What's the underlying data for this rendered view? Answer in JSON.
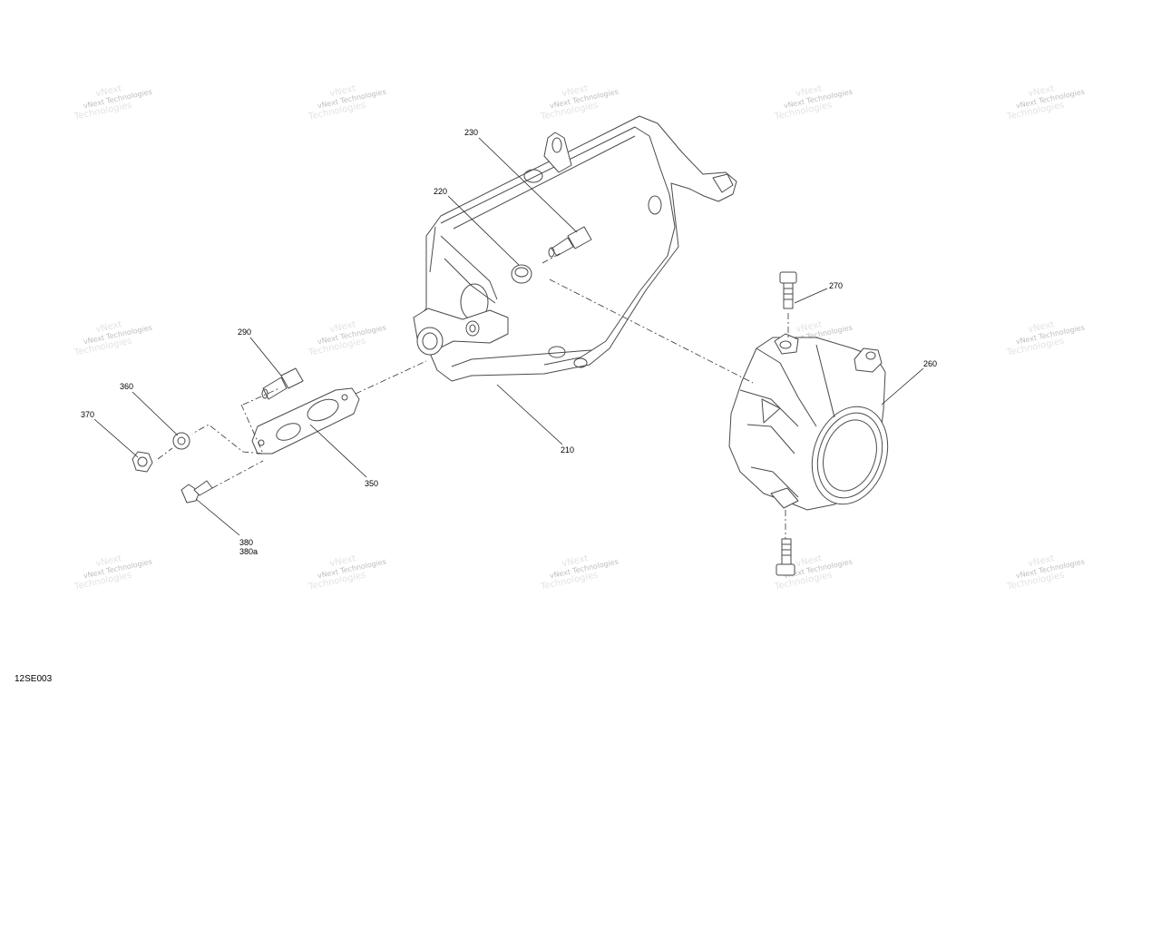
{
  "drawing_code": "12SE003",
  "watermark": {
    "line1": "vNext Technologies",
    "line2": "vNext",
    "line3": "Technologies"
  },
  "callouts": {
    "c210": "210",
    "c220": "220",
    "c230": "230",
    "c260": "260",
    "c270": "270",
    "c290": "290",
    "c350": "350",
    "c360": "360",
    "c370": "370",
    "c380": "380",
    "c380a": "380a"
  },
  "colors": {
    "line": "#4a4a4a",
    "watermark": "#bdbdbd",
    "background": "#ffffff"
  }
}
